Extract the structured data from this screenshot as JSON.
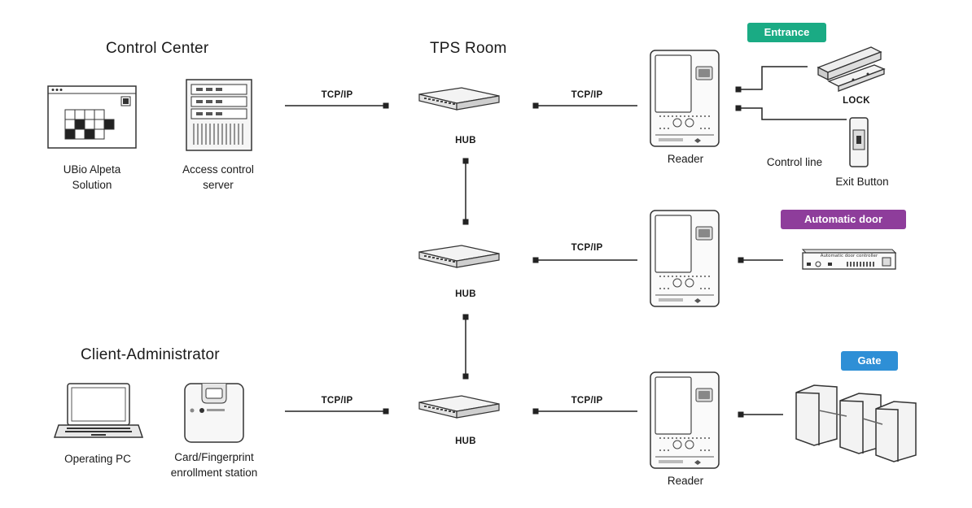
{
  "sections": {
    "control_center": "Control Center",
    "tps_room": "TPS Room",
    "client_admin": "Client-Administrator"
  },
  "devices": {
    "ubio_line1": "UBio Alpeta",
    "ubio_line2": "Solution",
    "server_line1": "Access control",
    "server_line2": "server",
    "operating_pc": "Operating PC",
    "enroll_line1": "Card/Fingerprint",
    "enroll_line2": "enrollment station",
    "hub": "HUB",
    "reader": "Reader",
    "lock": "LOCK",
    "exit_button": "Exit Button",
    "control_line": "Control line",
    "door_controller": "Automatic door controller"
  },
  "links": {
    "tcpip": "TCP/IP"
  },
  "badges": {
    "entrance": "Entrance",
    "automatic_door": "Automatic door",
    "gate": "Gate"
  },
  "colors": {
    "entrance": "#1aab84",
    "automatic_door": "#8e3d9b",
    "gate": "#2e8fd6"
  }
}
